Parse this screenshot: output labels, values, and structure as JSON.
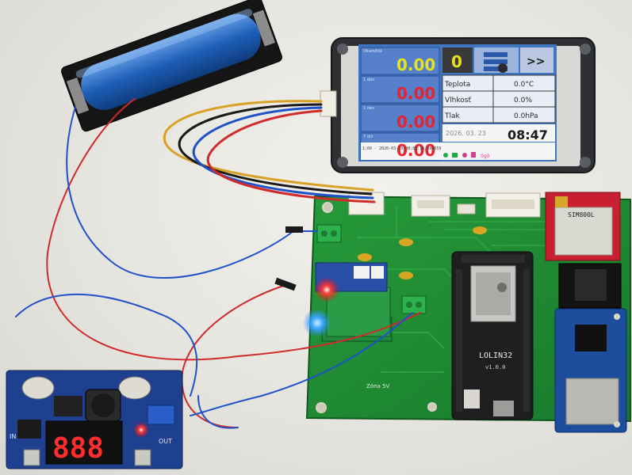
{
  "display": {
    "rows": [
      {
        "label": "Okamžitá",
        "value": "0.00"
      },
      {
        "label": "1 den",
        "value": "0.00"
      },
      {
        "label": "1 den",
        "value": "0.00"
      },
      {
        "label": "7 dní",
        "value": "0.00"
      }
    ],
    "counter": "0",
    "next_button": ">>",
    "sensors": [
      {
        "name": "Teplota",
        "value": "0.0°C"
      },
      {
        "name": "Vlhkosť",
        "value": "0.0%"
      },
      {
        "name": "Tlak",
        "value": "0.0hPa"
      }
    ],
    "date": "2026. 03. 23",
    "time": "08:47",
    "status_line": "1:60 - 2020-03-23 08:01:16.394659",
    "status_extra": "0g0",
    "colors": {
      "lcd_bg": "#3f76c4",
      "yellow": "#e8e41c",
      "red": "#e8222e",
      "pcb": "#1f8a32"
    }
  },
  "board": {
    "esp_label": "LOLIN32",
    "esp_version": "v1.0.0",
    "zone_label": "Zóna 5V",
    "gsm_label": "SIM800L"
  },
  "converter": {
    "digits": "888",
    "in_label": "IN",
    "out_label": "OUT"
  }
}
